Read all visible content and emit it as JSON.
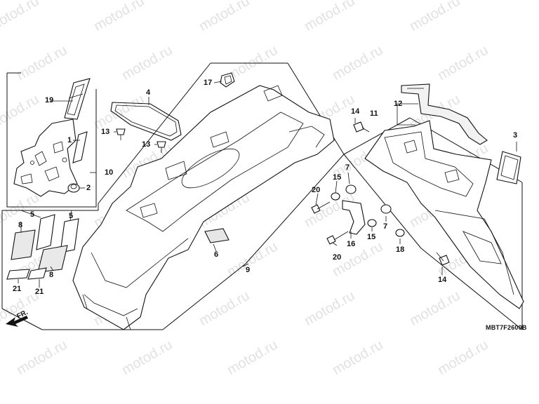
{
  "diagram": {
    "code": "MBT7F2600B",
    "direction": "FR.",
    "watermark": "motod.ru",
    "parts": {
      "p1": "1",
      "p2": "2",
      "p3": "3",
      "p4": "4",
      "p5a": "5",
      "p5b": "5",
      "p6": "6",
      "p7a": "7",
      "p7b": "7",
      "p8a": "8",
      "p8b": "8",
      "p9": "9",
      "p10": "10",
      "p11": "11",
      "p12": "12",
      "p13a": "13",
      "p13b": "13",
      "p14a": "14",
      "p14b": "14",
      "p15a": "15",
      "p15b": "15",
      "p16": "16",
      "p17": "17",
      "p18": "18",
      "p19": "19",
      "p20a": "20",
      "p20b": "20",
      "p21a": "21",
      "p21b": "21"
    }
  },
  "colors": {
    "line": "#111111",
    "watermark": "#c9c9c9",
    "background": "#ffffff"
  }
}
